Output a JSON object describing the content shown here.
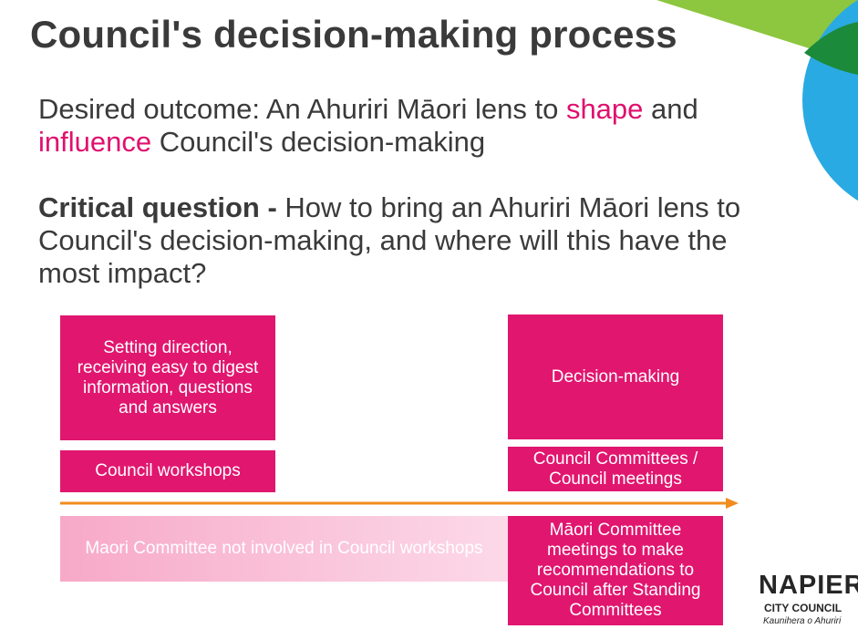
{
  "slide": {
    "title": "Council's decision-making process",
    "desired": {
      "pre": "Desired outcome: An Ahuriri Māori lens to ",
      "shape": "shape",
      "mid": " and ",
      "influence": "influence",
      "post": " Council's decision-making"
    },
    "critical": {
      "label": "Critical question - ",
      "text": "How to bring an Ahuriri Māori lens to Council's decision-making, and where will this have the most impact?"
    },
    "boxes": {
      "setting_direction": "Setting direction, receiving easy to digest information, questions and answers",
      "council_workshops": "Council workshops",
      "decision_making": "Decision-making",
      "committees": "Council Committees / Council meetings",
      "not_involved": "Maori Committee not involved in Council workshops",
      "maori_committee": "Māori Committee meetings to make recommendations to Council after Standing Committees"
    },
    "logo": {
      "name": "NAPIER",
      "city": "CITY COUNCIL",
      "subtitle": "Kaunihera o Ahuriri"
    }
  },
  "colors": {
    "accent": "#e0106e",
    "box": "#e1166f",
    "box_light": "#f7a9c8",
    "arrow": "#f28c1e",
    "title_text": "#3a3a3a",
    "deco_green_light": "#8dc63f",
    "deco_green_dark": "#1b8a3a",
    "deco_blue": "#2aaae2"
  },
  "icons": {
    "timeline": "arrow-right-icon"
  }
}
